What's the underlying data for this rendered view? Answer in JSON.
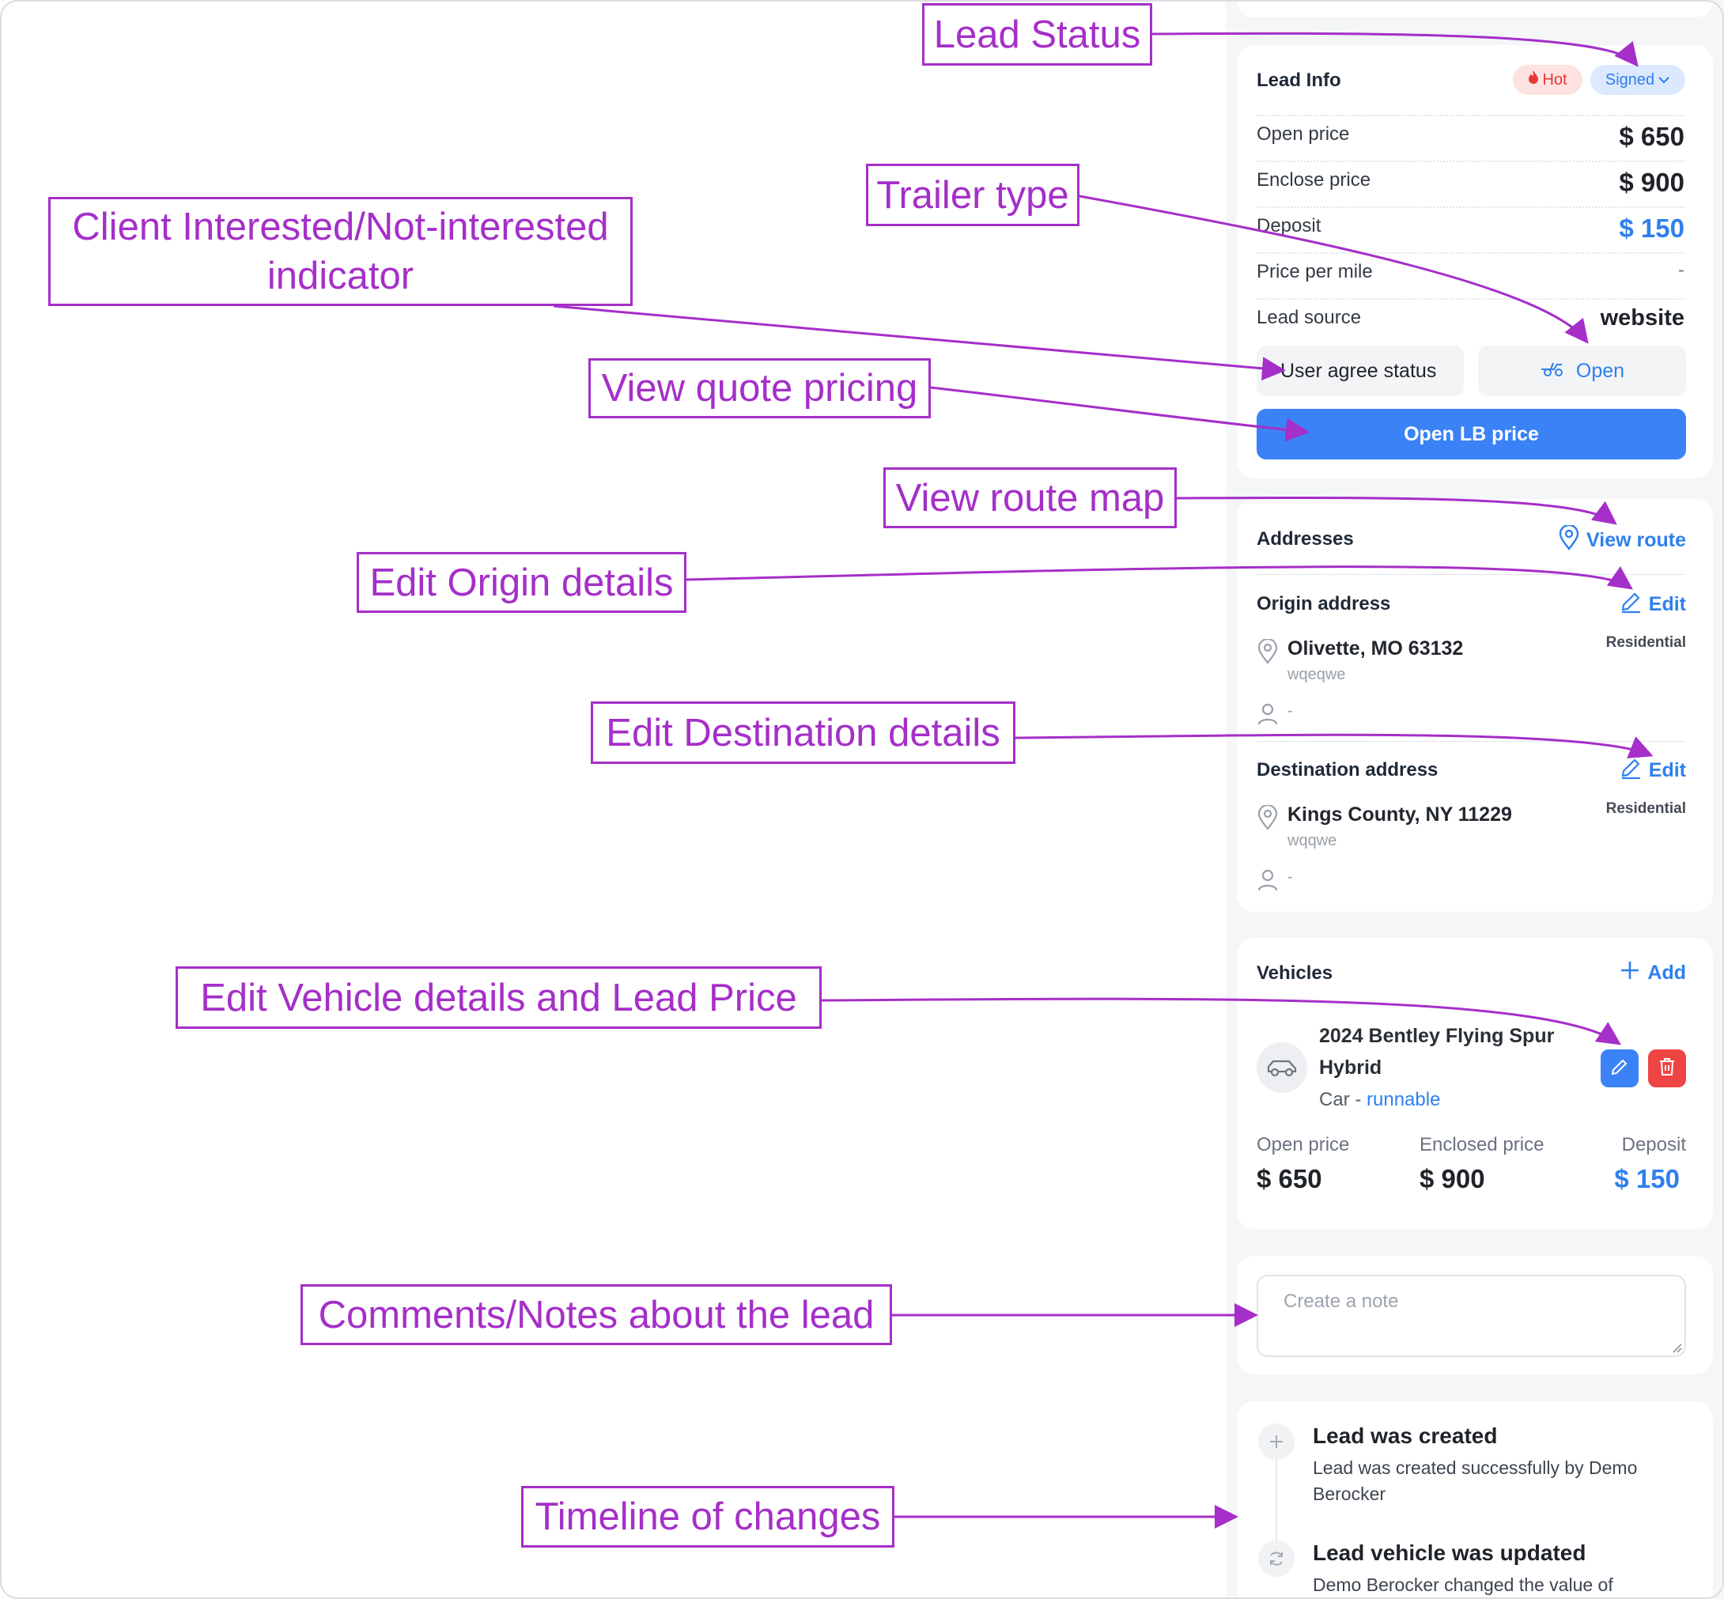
{
  "annotations": {
    "lead_status": "Lead Status",
    "trailer_type": "Trailer type",
    "client_interest": "Client Interested/Not-interested indicator",
    "view_quote": "View quote pricing",
    "view_route": "View route map",
    "edit_origin": "Edit Origin details",
    "edit_destination": "Edit Destination details",
    "edit_vehicle": "Edit Vehicle details and Lead Price",
    "comments": "Comments/Notes about the lead",
    "timeline": "Timeline of changes"
  },
  "colors": {
    "accent": "#2f80ed",
    "primary_button": "#3b82f6",
    "danger": "#ef4444",
    "annotation": "#a52fc8",
    "hot_badge_bg": "#fde2e2",
    "signed_badge_bg": "#dbe8fd"
  },
  "lead_info": {
    "title": "Lead Info",
    "hot_label": "Hot",
    "status_label": "Signed",
    "rows": [
      {
        "label": "Open price",
        "value": "$ 650"
      },
      {
        "label": "Enclose price",
        "value": "$ 900"
      },
      {
        "label": "Deposit",
        "value": "$ 150"
      },
      {
        "label": "Price per mile",
        "value": "-"
      },
      {
        "label": "Lead source",
        "value": "website"
      }
    ],
    "user_agree_label": "User agree status",
    "trailer_label": "Open",
    "open_lb_button": "Open LB price"
  },
  "addresses": {
    "title": "Addresses",
    "view_route": "View route",
    "edit_label": "Edit",
    "origin": {
      "heading": "Origin address",
      "type": "Residential",
      "city": "Olivette, MO 63132",
      "detail": "wqeqwe",
      "contact": "-"
    },
    "destination": {
      "heading": "Destination address",
      "type": "Residential",
      "city": "Kings County, NY 11229",
      "detail": "wqqwe",
      "contact": "-"
    }
  },
  "vehicles": {
    "title": "Vehicles",
    "add_label": "Add",
    "item": {
      "name_line1": "2024 Bentley Flying Spur",
      "name_line2": "Hybrid",
      "type": "Car - ",
      "condition": "runnable",
      "open_price_label": "Open price",
      "open_price": "$ 650",
      "enclosed_price_label": "Enclosed price",
      "enclosed_price": "$ 900",
      "deposit_label": "Deposit",
      "deposit": "$ 150"
    }
  },
  "notes": {
    "placeholder": "Create a note"
  },
  "timeline": [
    {
      "title": "Lead was created",
      "description": "Lead was created successfully by Demo Berocker"
    },
    {
      "title": "Lead vehicle was updated",
      "description": "Demo Berocker changed the value of"
    }
  ]
}
